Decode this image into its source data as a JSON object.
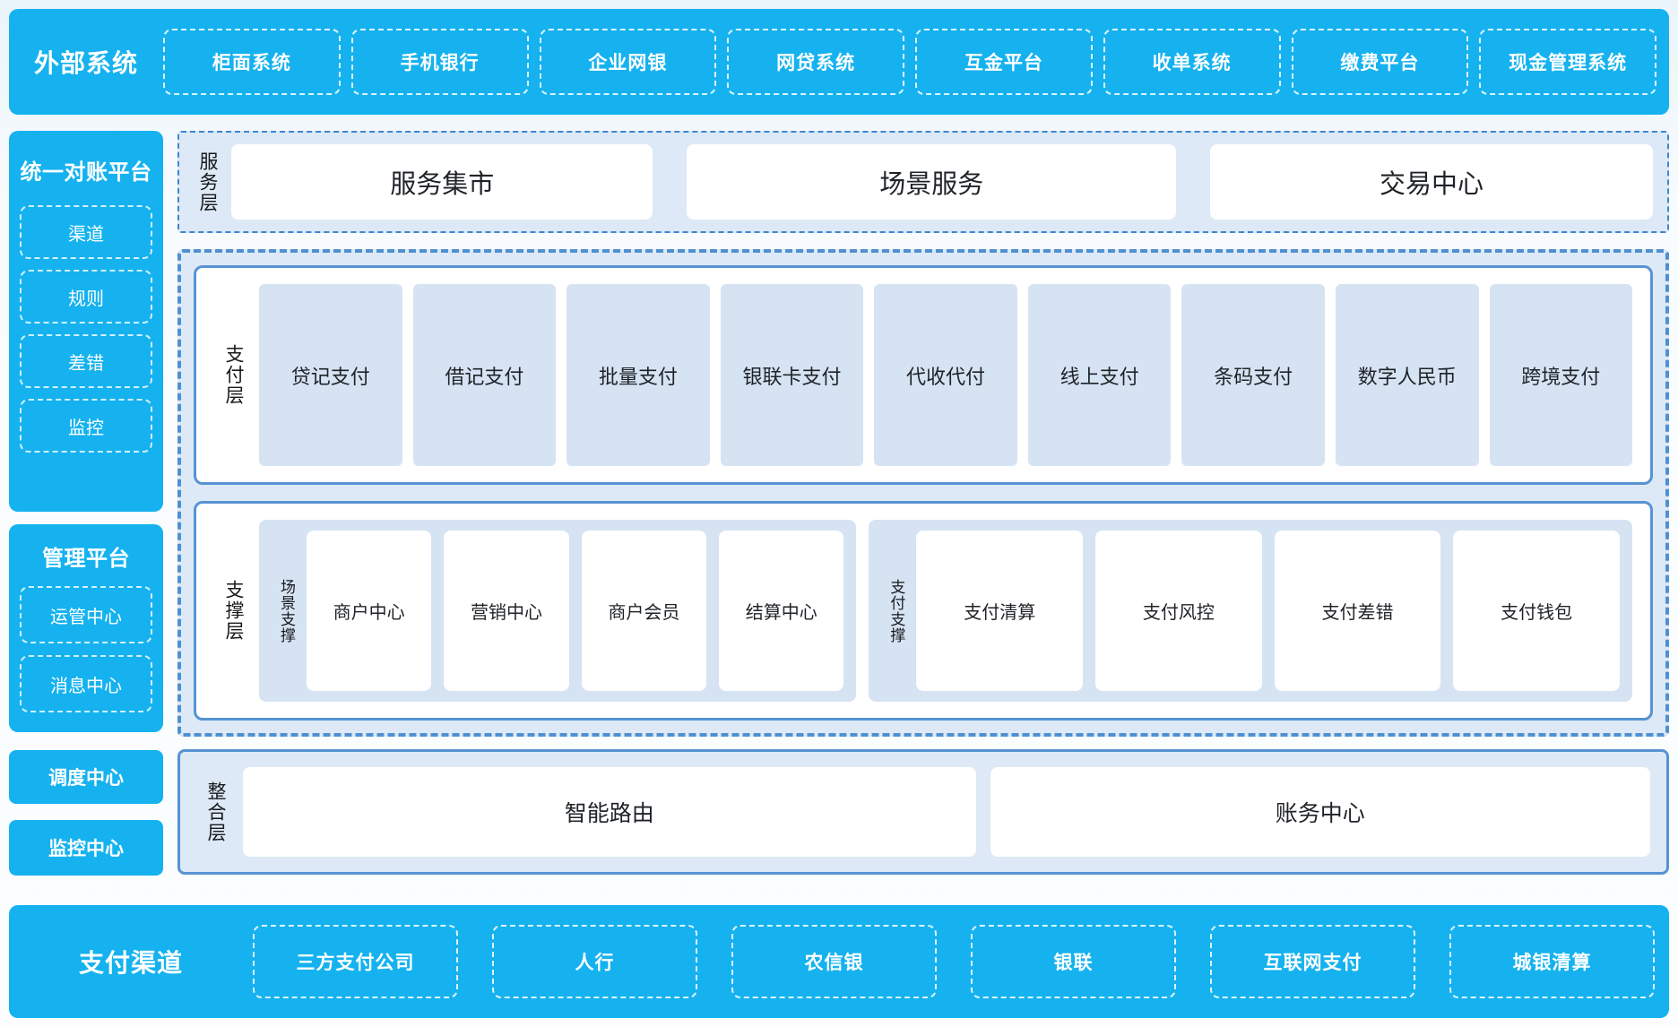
{
  "palette": {
    "bar_blue": "#15b2ef",
    "panel_bg": "#dde9f6",
    "item_bg": "#d6e3f3",
    "solid_border_blue": "#5693d3",
    "dashed_border_blue": "#4e90d2",
    "text_dark": "#1f2328",
    "text_white": "#ffffff"
  },
  "top_bar": {
    "label": "外部系统",
    "items": [
      "柜面系统",
      "手机银行",
      "企业网银",
      "网贷系统",
      "互金平台",
      "收单系统",
      "缴费平台",
      "现金管理系统"
    ]
  },
  "sidebar": {
    "reconciliation_platform": {
      "title": "统一对账平台",
      "items": [
        "渠道",
        "规则",
        "差错",
        "监控"
      ]
    },
    "management_platform": {
      "title": "管理平台",
      "items": [
        "运管中心",
        "消息中心"
      ]
    },
    "dispatch_center": "调度中心",
    "monitor_center": "监控中心"
  },
  "service_layer": {
    "label": "服务层",
    "items": [
      "服务集市",
      "场景服务",
      "交易中心"
    ]
  },
  "payment_layer": {
    "label": "支付层",
    "items": [
      "贷记支付",
      "借记支付",
      "批量支付",
      "银联卡支付",
      "代收代付",
      "线上支付",
      "条码支付",
      "数字人民币",
      "跨境支付"
    ]
  },
  "support_layer": {
    "label": "支撑层",
    "groups": [
      {
        "label": "场景支撑",
        "items": [
          "商户中心",
          "营销中心",
          "商户会员",
          "结算中心"
        ]
      },
      {
        "label": "支付支撑",
        "items": [
          "支付清算",
          "支付风控",
          "支付差错",
          "支付钱包"
        ]
      }
    ]
  },
  "integration_layer": {
    "label": "整合层",
    "items": [
      "智能路由",
      "账务中心"
    ]
  },
  "bottom_bar": {
    "label": "支付渠道",
    "items": [
      "三方支付公司",
      "人行",
      "农信银",
      "银联",
      "互联网支付",
      "城银清算"
    ]
  }
}
